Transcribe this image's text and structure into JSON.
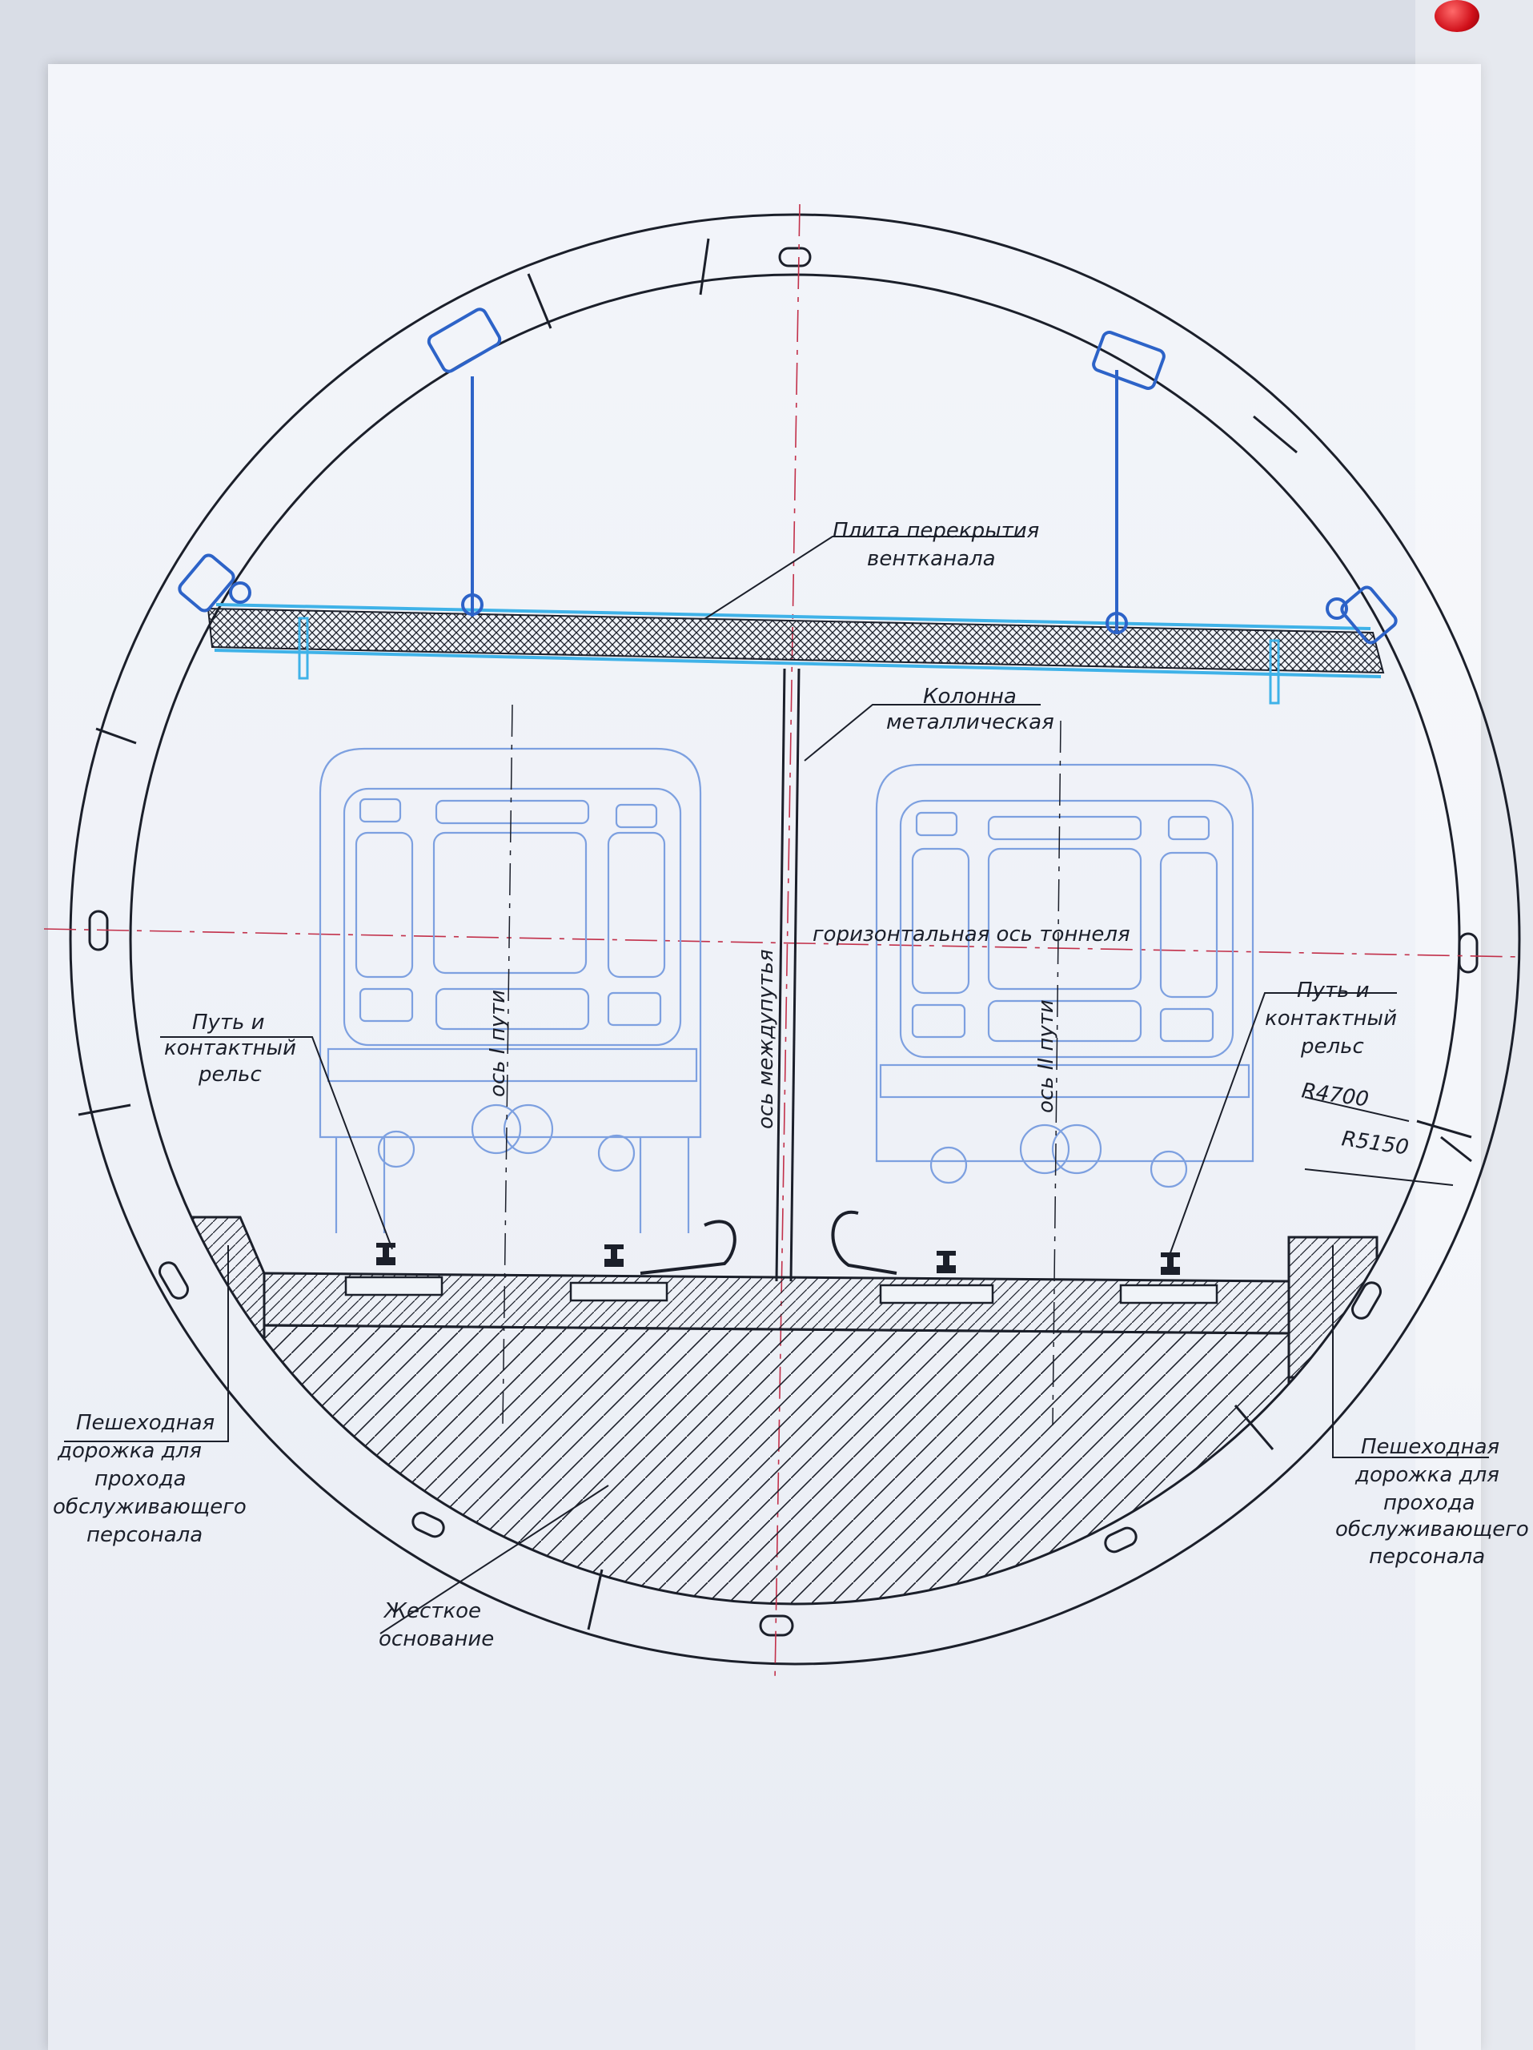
{
  "labels": {
    "slab_line1": "Плита перекрытия",
    "slab_line2": "вентканала",
    "column_line1": "Колонна",
    "column_line2": "металлическая",
    "horizontal_axis": "горизонтальная ось тоннеля",
    "track_axis_1": "ось I пути",
    "track_axis_2": "ось II пути",
    "inter_track_axis": "ось междупутья",
    "rail_left_line1": "Путь и",
    "rail_left_line2": "контактный",
    "rail_left_line3": "рельс",
    "rail_right_line1": "Путь и",
    "rail_right_line2": "контактный",
    "rail_right_line3": "рельс",
    "radius_inner": "R4700",
    "radius_outer": "R5150",
    "walkway_left_line1": "Пешеходная",
    "walkway_left_line2": "дорожка для",
    "walkway_left_line3": "прохода",
    "walkway_left_line4": "обслуживающего",
    "walkway_left_line5": "персонала",
    "walkway_right_line1": "Пешеходная",
    "walkway_right_line2": "дорожка для",
    "walkway_right_line3": "прохода",
    "walkway_right_line4": "обслуживающего",
    "walkway_right_line5": "персонала",
    "base_line1": "Жесткое",
    "base_line2": "основание"
  },
  "colors": {
    "line": "#1b1f2a",
    "blueprint_blue": "#2d63c8",
    "light_blue": "#7da0e0",
    "cyan": "#3fb2e8",
    "axis_red": "#c2304a",
    "paper": "#f0f3f8"
  }
}
